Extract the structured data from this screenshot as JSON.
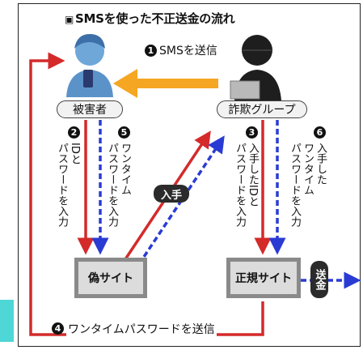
{
  "title": {
    "icon": "smartphone-icon",
    "text": "SMSを使った不正送金の流れ"
  },
  "actors": {
    "victim": "被害者",
    "fraud_group": "詐欺グループ"
  },
  "sites": {
    "fake": "偽サイト",
    "genuine": "正規サイト"
  },
  "steps": [
    {
      "num": "1",
      "text": "SMSを送信"
    },
    {
      "num": "2",
      "text": "IDとパスワードを入力"
    },
    {
      "num": "3",
      "text": "入手したIDとパスワードを入力"
    },
    {
      "num": "4",
      "text": "ワンタイムパスワードを送信"
    },
    {
      "num": "5",
      "text": "ワンタイムパスワードを入力"
    },
    {
      "num": "6",
      "text": "入手したワンタイムパスワードを入力"
    }
  ],
  "step_labels": {
    "s2_col1": "IDと",
    "s2_col2": "パスワードを入力",
    "s5_col1": "ワンタイム",
    "s5_col2": "パスワードを入力",
    "s3_col1": "入手したIDと",
    "s3_col2": "パスワードを入力",
    "s6_col1": "入手した",
    "s6_col2": "ワンタイム",
    "s6_col3": "パスワードを入力"
  },
  "obtain_label": "入手",
  "transfer_label": "送金",
  "colors": {
    "red": "#d42a2a",
    "blue": "#2a3bd4",
    "orange": "#f5a623",
    "teal": "#4fd6d6"
  }
}
